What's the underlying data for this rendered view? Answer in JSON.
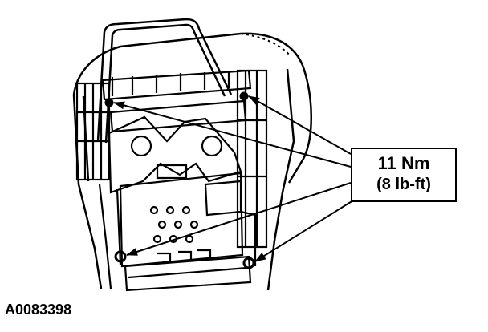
{
  "callout": {
    "torque_metric": "11 Nm",
    "torque_imperial": "(8 lb-ft)"
  },
  "figure": {
    "id": "A0083398"
  },
  "colors": {
    "ink": "#000000",
    "paper": "#ffffff"
  }
}
